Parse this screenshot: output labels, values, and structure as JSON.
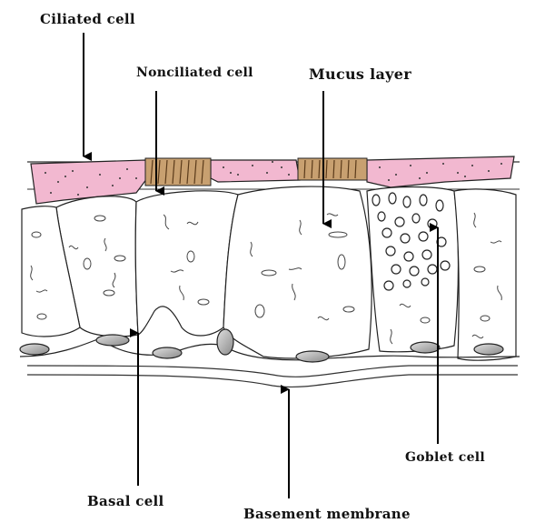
{
  "labels": {
    "ciliated_cell": "Ciliated cell",
    "nonciliated_cell": "Nonciliated cell",
    "mucus_layer": "Mucus layer",
    "goblet_cell": "Goblet cell",
    "basal_cell": "Basal cell",
    "basement_membrane": "Basement membrane"
  },
  "colors": {
    "mucus": "#f2b8d0",
    "cilia": "#c8a070",
    "outline": "#222222",
    "nucleus": "#a8a8a8"
  }
}
